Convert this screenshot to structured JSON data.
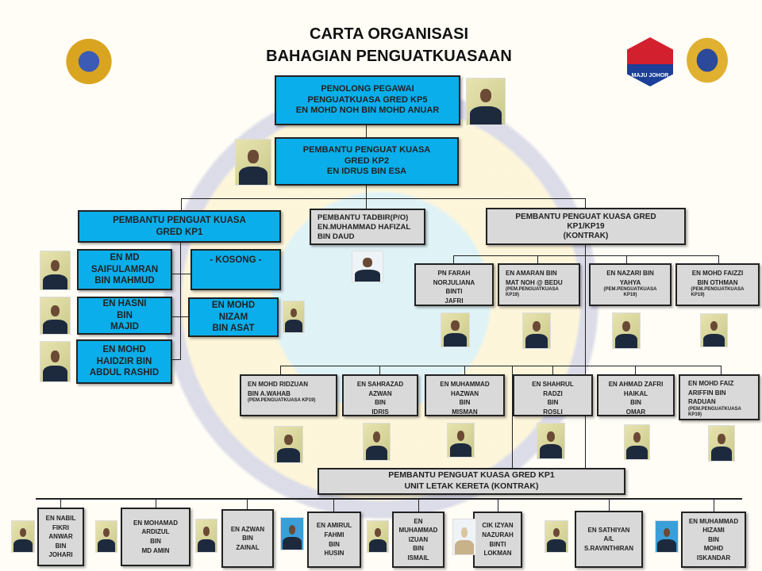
{
  "header": {
    "title_line1": "CARTA ORGANISASI",
    "title_line2": "BAHAGIAN PENGUATKUASAAN",
    "logo_text": "MAJU JOHOR"
  },
  "colors": {
    "blue_box": "#0aaeea",
    "gray_box": "#d9d9d9"
  },
  "top": {
    "kp5": "PENOLONG PEGAWAI\nPENGUATKUASA GRED KP5\nEN MOHD NOH BIN MOHD ANUAR",
    "kp2": "PEMBANTU PENGUAT KUASA\nGRED KP2\nEN IDRUS BIN ESA"
  },
  "branches": {
    "kp1": "PEMBANTU PENGUAT KUASA\nGRED KP1",
    "tadbir": "PEMBANTU TADBIR(P/O)\nEN.MUHAMMAD HAFIZAL\nBIN DAUD",
    "kp19": "PEMBANTU PENGUAT KUASA GRED\nKP1/KP19\n(KONTRAK)"
  },
  "kp1_staff": [
    "EN MD\nSAIFULAMRAN\nBIN MAHMUD",
    "EN HASNI\nBIN\nMAJID",
    "EN MOHD\nHAIDZIR BIN\nABDUL RASHID",
    "- KOSONG -",
    "EN MOHD\nNIZAM\nBIN ASAT"
  ],
  "kp19_row1": [
    {
      "name": "PN FARAH\nNORJULIANA\nBINTI\nJAFRI",
      "note": ""
    },
    {
      "name": "EN AMARAN  BIN\nMAT NOH @ BEDU",
      "note": "(PEM.PENGUATKUASA\nKP19)"
    },
    {
      "name": "EN NAZARI  BIN\nYAHYA",
      "note": "(PEM.PENGUATKUASA\nKP19)"
    },
    {
      "name": "EN MOHD  FAIZZI\nBIN OTHMAN",
      "note": "(PEM.PENGUATKUASA\nKP19)"
    }
  ],
  "kp19_row2": [
    {
      "name": "EN MOHD  RIDZUAN\nBIN A.WAHAB",
      "note": "(PEM.PENGUATKUASA  KP19)"
    },
    {
      "name": "EN SAHRAZAD\nAZWAN\nBIN\nIDRIS",
      "note": ""
    },
    {
      "name": "EN MUHAMMAD\nHAZWAN\nBIN\nMISMAN",
      "note": ""
    },
    {
      "name": "EN SHAHRUL\nRADZI\nBIN\nROSLI",
      "note": ""
    },
    {
      "name": "EN AHMAD  ZAFRI\nHAIKAL\nBIN\nOMAR",
      "note": ""
    },
    {
      "name": "EN MOHD  FAIZ\nARIFFIN BIN\nRADUAN",
      "note": "(PEM.PENGUATKUASA\nKP19)"
    }
  ],
  "parking": {
    "title": "PEMBANTU PENGUAT KUASA GRED KP1\nUNIT LETAK KERETA (KONTRAK)",
    "staff": [
      "EN NABIL\nFIKRI\nANWAR\nBIN\nJOHARI",
      "EN MOHAMAD\nARDIZUL\nBIN\nMD AMIN",
      "EN AZWAN\nBIN\nZAINAL",
      "EN AMIRUL\nFAHMI\nBIN\nHUSIN",
      "EN\nMUHAMMAD\nIZUAN\nBIN\nISMAIL",
      "CIK IZYAN\nNAZURAH\nBINTI\nLOKMAN",
      "EN SATHIYAN\nA/L\nS.RAVINTHIRAN",
      "EN MUHAMMAD\nHIZAMI\nBIN\nMOHD\nISKANDAR"
    ]
  }
}
